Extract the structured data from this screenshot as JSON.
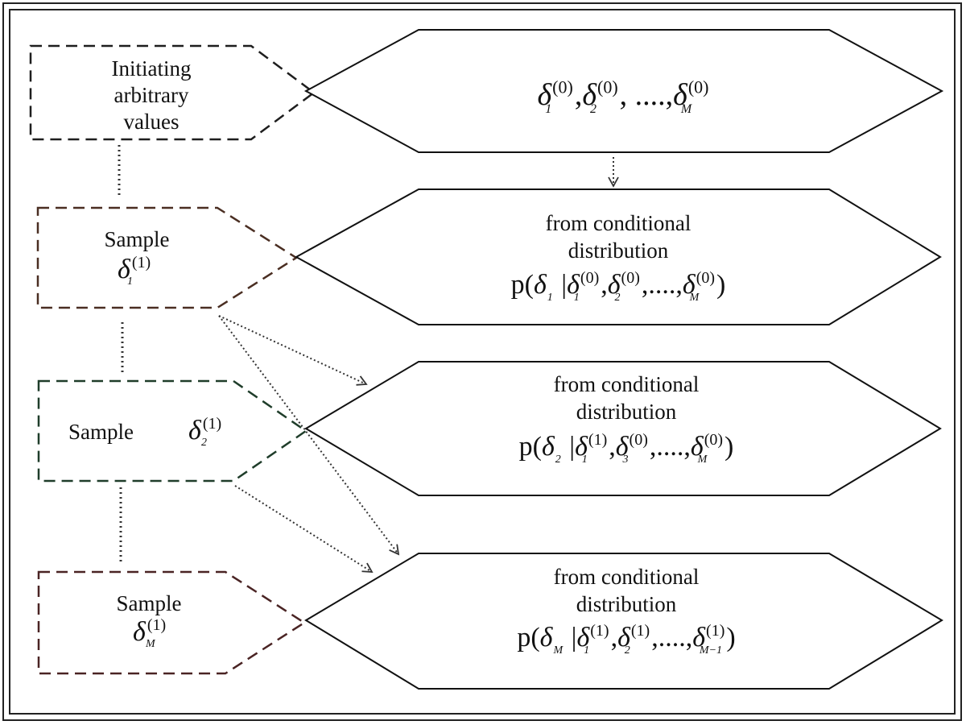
{
  "left_boxes": [
    {
      "lines": [
        "Initiating",
        "arbitrary",
        "values"
      ]
    },
    {
      "lines": [
        "Sample"
      ],
      "symbol": "δ",
      "sup": "(1)",
      "sub": "1"
    },
    {
      "label": "Sample",
      "symbol": "δ",
      "sup": "(1)",
      "sub": "2"
    },
    {
      "lines": [
        "Sample"
      ],
      "symbol": "δ",
      "sup": "(1)",
      "sub": "M"
    }
  ],
  "right_hexagons": [
    {
      "formula": {
        "parts": [
          {
            "sym": "δ",
            "sup": "(0)",
            "sub": "1"
          },
          {
            "text": ", "
          },
          {
            "sym": "δ",
            "sup": "(0)",
            "sub": "2"
          },
          {
            "text": ", ...., "
          },
          {
            "sym": "δ",
            "sup": "(0)",
            "sub": "M"
          }
        ]
      }
    },
    {
      "lines": [
        "from conditional",
        "distribution"
      ],
      "formula": {
        "parts": [
          {
            "text": "p("
          },
          {
            "sym": "δ",
            "sub": "1"
          },
          {
            "text": " | "
          },
          {
            "sym": "δ",
            "sup": "(0)",
            "sub": "1"
          },
          {
            "text": ","
          },
          {
            "sym": "δ",
            "sup": "(0)",
            "sub": "2"
          },
          {
            "text": ",....,"
          },
          {
            "sym": "δ",
            "sup": "(0)",
            "sub": "M"
          },
          {
            "text": ")"
          }
        ]
      }
    },
    {
      "lines": [
        "from conditional",
        "distribution"
      ],
      "formula": {
        "parts": [
          {
            "text": "p("
          },
          {
            "sym": "δ",
            "sub": "2"
          },
          {
            "text": " | "
          },
          {
            "sym": "δ",
            "sup": "(1)",
            "sub": "1"
          },
          {
            "text": ","
          },
          {
            "sym": "δ",
            "sup": "(0)",
            "sub": "3"
          },
          {
            "text": ",...., "
          },
          {
            "sym": "δ",
            "sup": "(0)",
            "sub": "M"
          },
          {
            "text": ")"
          }
        ]
      }
    },
    {
      "lines": [
        "from conditional",
        "distribution"
      ],
      "formula": {
        "parts": [
          {
            "text": "p("
          },
          {
            "sym": "δ",
            "sub": "M"
          },
          {
            "text": " | "
          },
          {
            "sym": "δ",
            "sup": "(1)",
            "sub": "1"
          },
          {
            "text": ", "
          },
          {
            "sym": "δ",
            "sup": "(1)",
            "sub": "2"
          },
          {
            "text": ",...., "
          },
          {
            "sym": "δ",
            "sup": "(1)",
            "sub": "M−1"
          },
          {
            "text": ")"
          }
        ]
      }
    }
  ],
  "colors": {
    "frame": "#222222",
    "hexagon_stroke": "#111111",
    "box_dashes": [
      "#1e1e1e",
      "#4a2e22",
      "#1f3d2a",
      "#4a2424"
    ],
    "connector": "#333333"
  }
}
